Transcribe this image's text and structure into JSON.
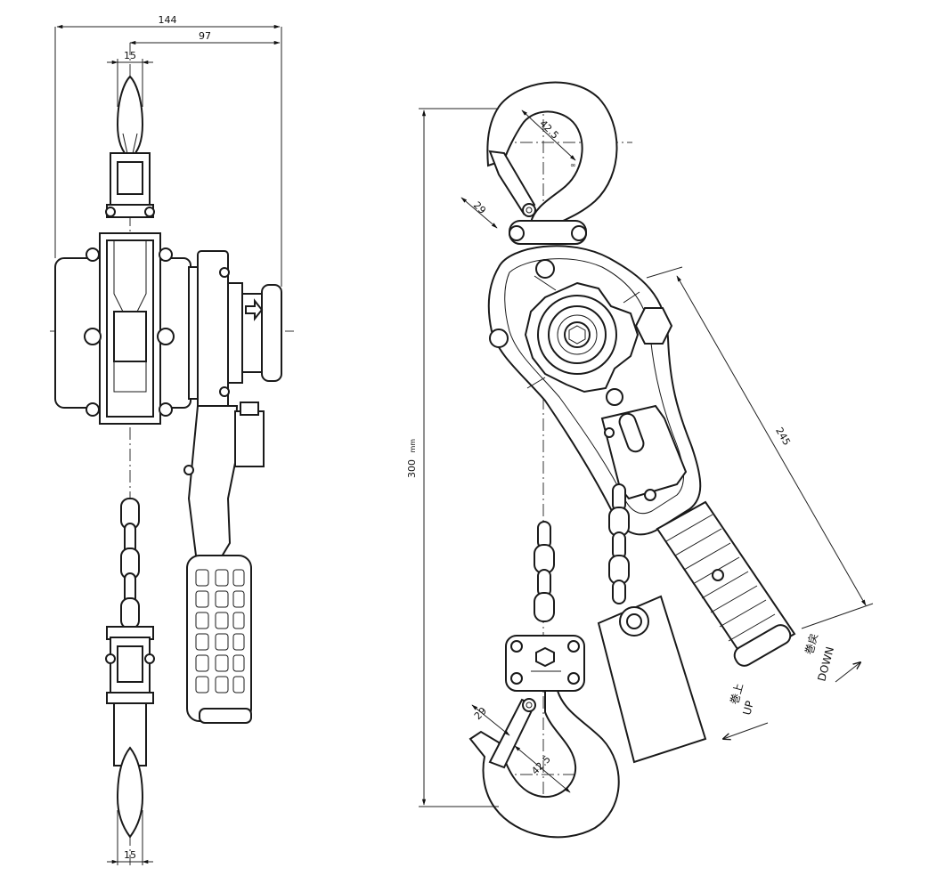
{
  "dimensions": {
    "overall_width": "144",
    "offset_width": "97",
    "hook_width_top": "15",
    "hook_width_bottom": "15",
    "total_height": "300",
    "total_height_unit": "mm",
    "handle_length": "245",
    "hook_opening_top": "42.5",
    "hook_throat_top": "29",
    "hook_opening_bottom": "42.5",
    "hook_throat_bottom": "29"
  },
  "labels": {
    "up_jp": "巻上",
    "up_en": "UP",
    "down_jp": "巻戻",
    "down_en": "DOWN"
  }
}
